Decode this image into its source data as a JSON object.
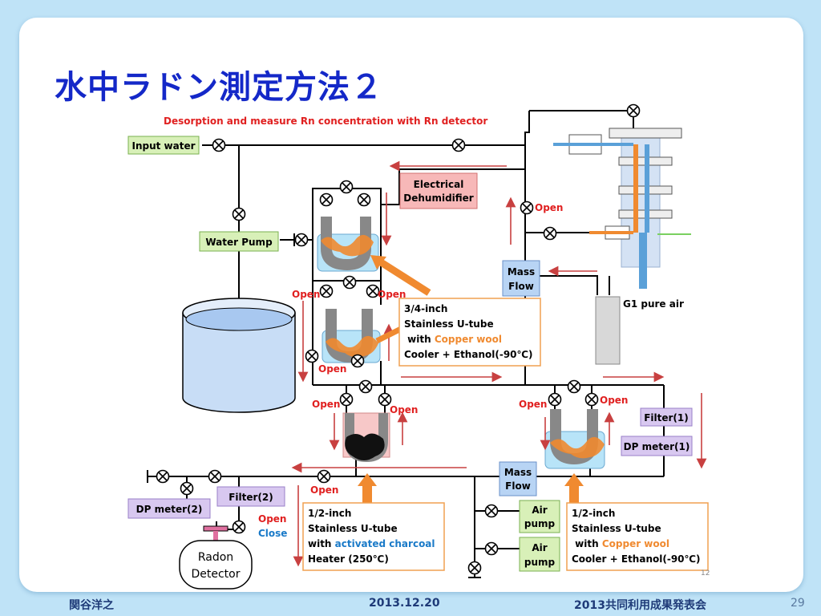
{
  "slide": {
    "title": "水中ラドン測定方法２",
    "author": "関谷洋之",
    "date": "2013.12.20",
    "event": "2013共同利用成果発表会",
    "page_number": "29",
    "inner_page_number": "12"
  },
  "diagram": {
    "header": "Desorption and measure Rn concentration with  Rn detector",
    "boxes": {
      "input_water": "Input water",
      "water_pump": "Water Pump",
      "dehumidifier_1": "Electrical",
      "dehumidifier_2": "Dehumidifier",
      "mass_flow_top_1": "Mass",
      "mass_flow_top_2": "Flow",
      "mass_flow_bottom_1": "Mass",
      "mass_flow_bottom_2": "Flow",
      "g1_air": "G1 pure air",
      "filter1": "Filter(1)",
      "dp_meter1": "DP meter(1)",
      "filter2": "Filter(2)",
      "dp_meter2": "DP meter(2)",
      "air_pump_1a": "Air",
      "air_pump_1b": "pump",
      "air_pump_2a": "Air",
      "air_pump_2b": "pump",
      "radon_1": "Radon",
      "radon_2": "Detector"
    },
    "callouts": {
      "top": {
        "line1": "3/4-inch",
        "line2": "Stainless U-tube",
        "line3_prefix": " with ",
        "line3_highlight": "Copper wool",
        "line4": "Cooler + Ethanol(-90℃)"
      },
      "charcoal": {
        "line1": "1/2-inch",
        "line2": "Stainless U-tube",
        "line3_prefix": "with ",
        "line3_highlight": "activated charcoal",
        "line4": "Heater (250℃)"
      },
      "right": {
        "line1": "1/2-inch",
        "line2": "Stainless U-tube",
        "line3_prefix": " with ",
        "line3_highlight": "Copper wool",
        "line4": "Cooler + Ethanol(-90℃)"
      }
    },
    "labels": {
      "open": "Open",
      "close": "Close"
    },
    "colors": {
      "title_blue": "#1428c8",
      "red_text": "#e02020",
      "orange": "#f08a30",
      "blue_text": "#1a7ac8",
      "green_box": "#d8f0b8",
      "pink_box": "#f7b8b8",
      "blue_box": "#b8d4f4",
      "purple_box": "#d8c8f0"
    }
  }
}
